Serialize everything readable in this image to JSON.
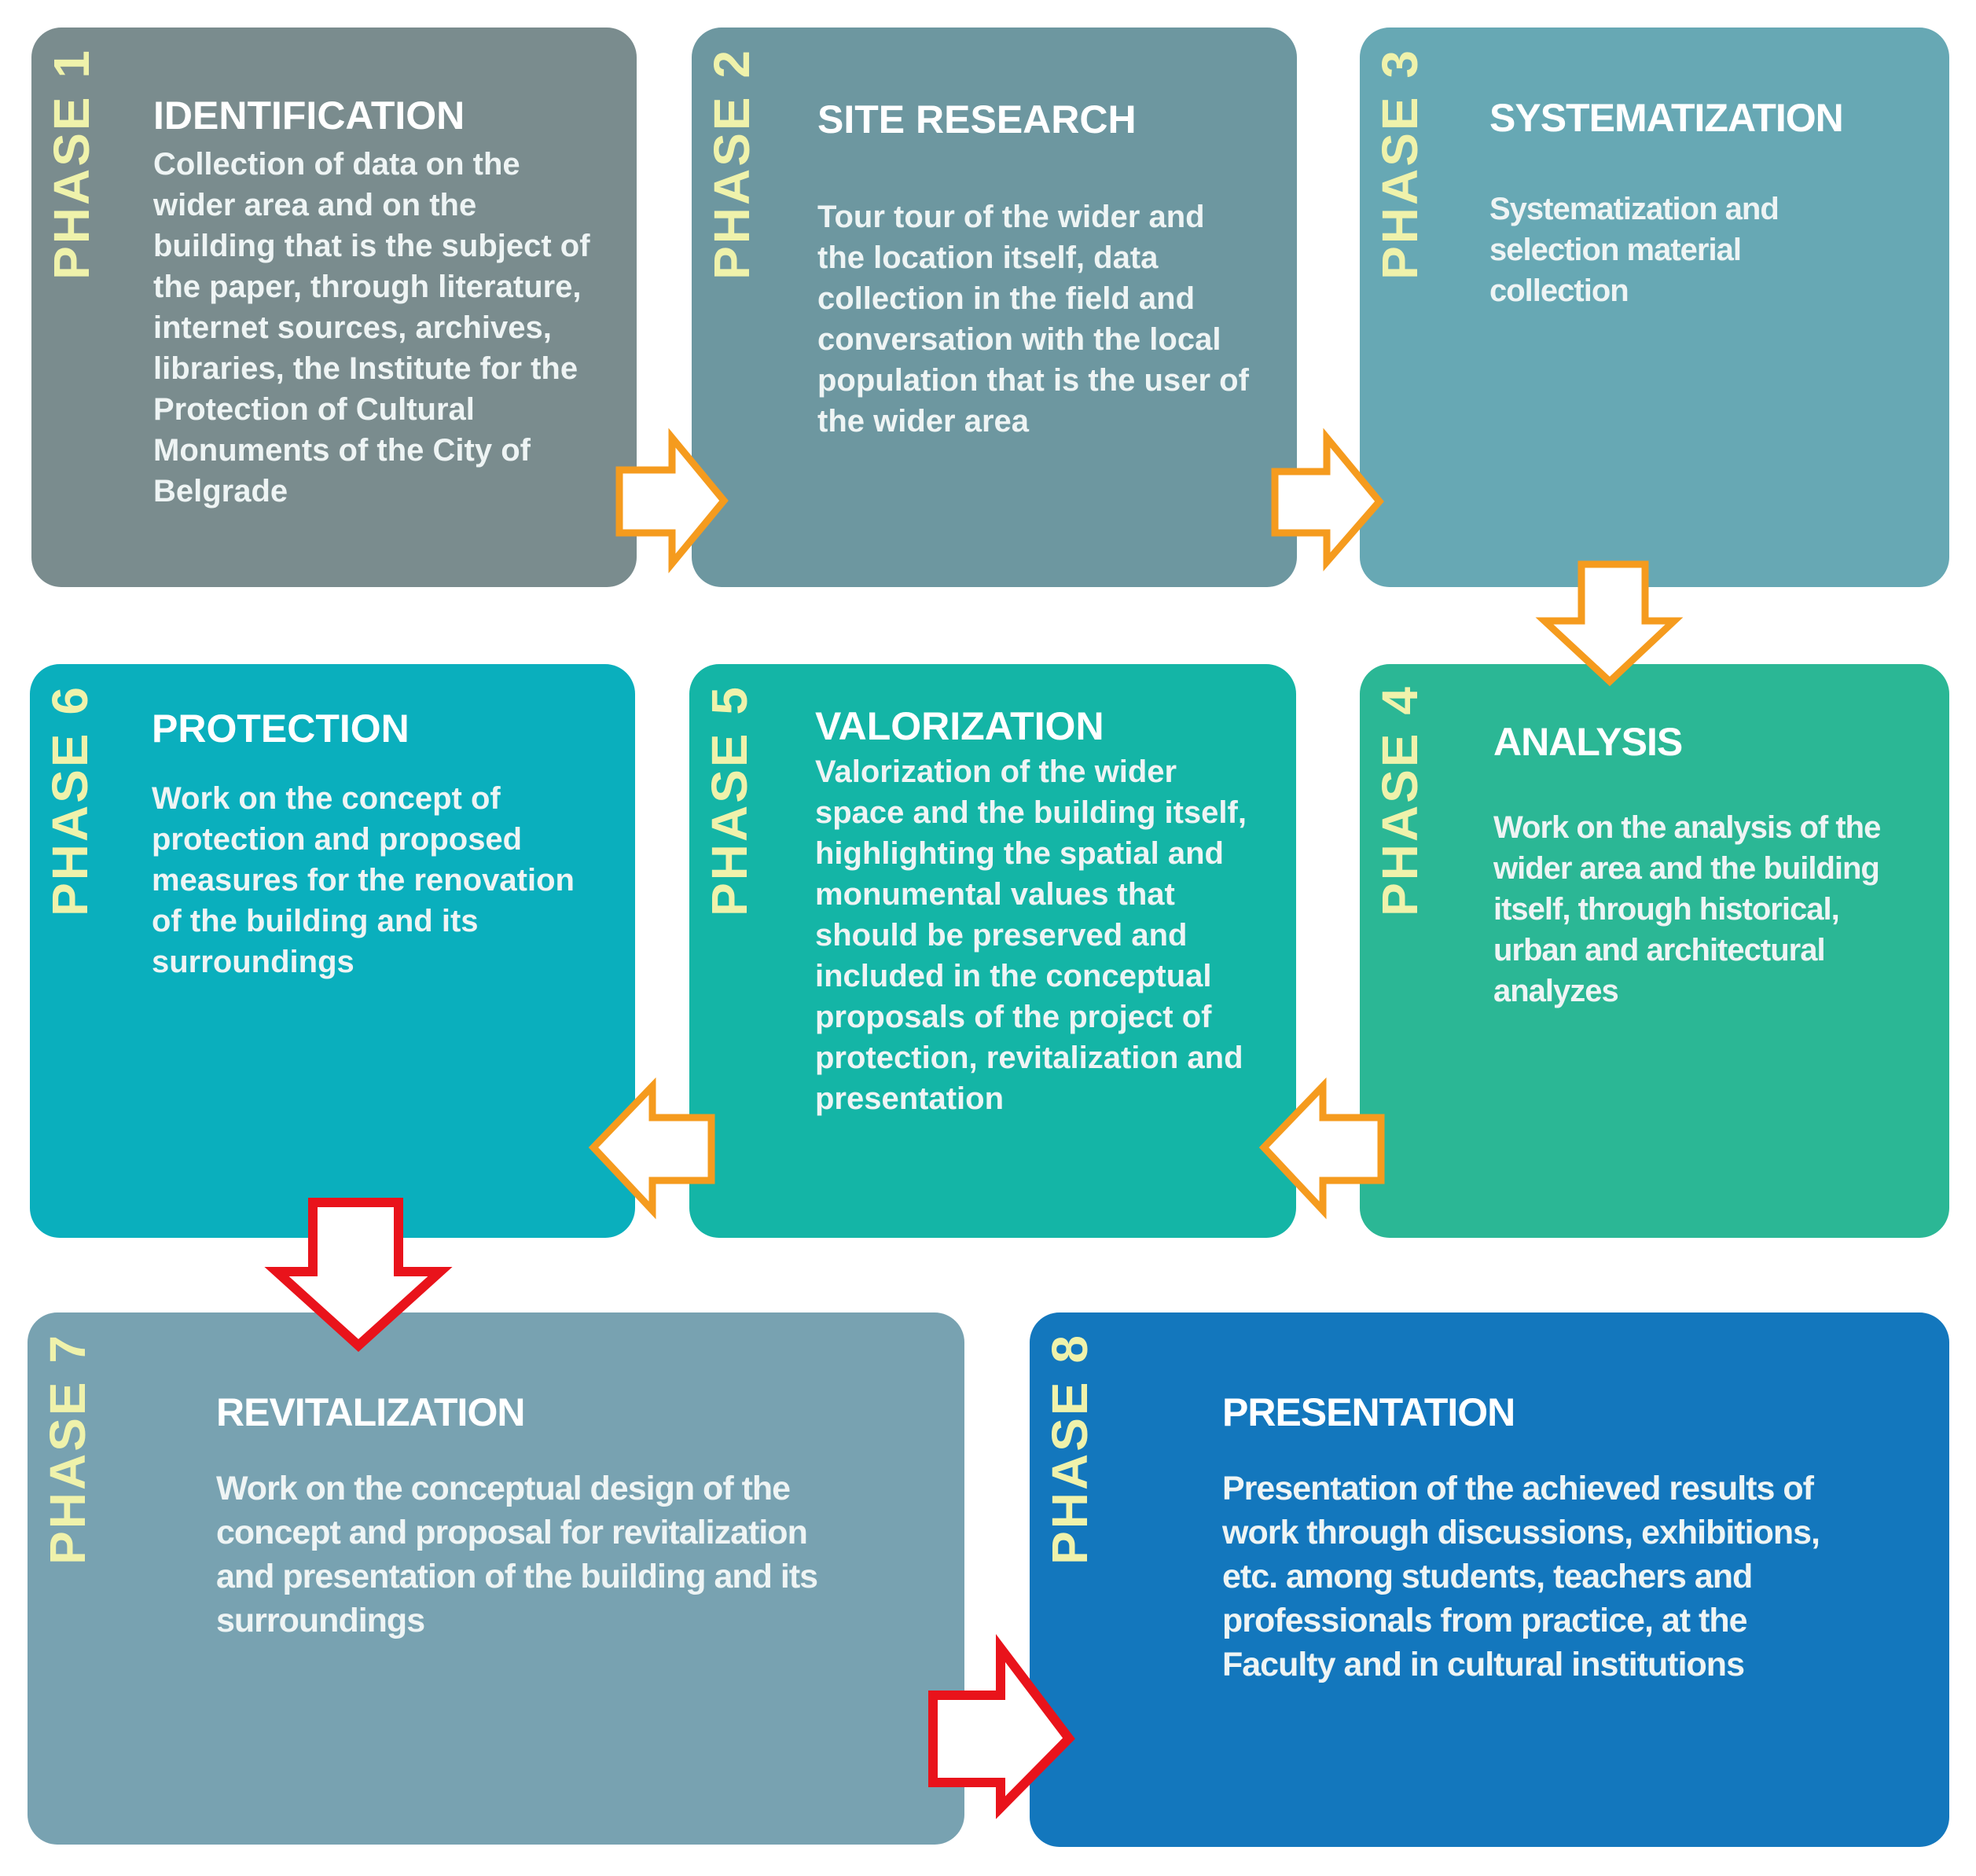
{
  "canvas_bg": "#FFFFFF",
  "label_color": "#EFF2AB",
  "title_color": "#FFFFFF",
  "body_color": "#EEF4F4",
  "phases": [
    {
      "label": "PHASE 1",
      "title": "IDENTIFICATION",
      "body": "Collection of data on the wider area and on the building that is the subject of the paper, through literature, internet sources, archives, libraries, the Institute for the Protection of Cultural Monuments of the City of Belgrade",
      "color": "#7A8C8E"
    },
    {
      "label": "PHASE 2",
      "title": "SITE RESEARCH",
      "body": "Tour tour of the wider and the location itself, data collection in the field and conversation with the local population that is the user of the wider area",
      "color": "#6D97A0"
    },
    {
      "label": "PHASE 3",
      "title": "SYSTEMATIZATION",
      "body": "Systematization and selection material collection",
      "color": "#67A8B4"
    },
    {
      "label": "PHASE 4",
      "title": "ANALYSIS",
      "body": "Work on the analysis of the wider area and the building itself, through historical, urban and architectural analyzes",
      "color": "#2BB795"
    },
    {
      "label": "PHASE 5",
      "title": "VALORIZATION",
      "body": "Valorization of the wider space and the building itself, highlighting the spatial and monumental values that should be preserved and included in the conceptual proposals of the project of protection, revitalization and presentation",
      "color": "#14B5A6"
    },
    {
      "label": "PHASE 6",
      "title": "PROTECTION",
      "body": "Work on the concept of protection and proposed measures for the renovation of the building and its surroundings",
      "color": "#0AAFBD"
    },
    {
      "label": "PHASE 7",
      "title": "REVITALIZATION",
      "body": "Work on the conceptual design of the concept and proposal for revitalization and presentation of the building and its surroundings",
      "color": "#78A2B1"
    },
    {
      "label": "PHASE 8",
      "title": "PRESENTATION",
      "body": "Presentation of the achieved results of work through discussions, exhibitions, etc. among students, teachers and professionals from practice, at the Faculty and in cultural institutions",
      "color": "#1377BD"
    }
  ],
  "arrows": {
    "fill": "#FFFFFF",
    "colors": {
      "orange": "#F59B1E",
      "red": "#E9131B"
    },
    "connections": [
      {
        "from": "PHASE 1",
        "to": "PHASE 2",
        "direction": "right",
        "border": "orange"
      },
      {
        "from": "PHASE 2",
        "to": "PHASE 3",
        "direction": "right",
        "border": "orange"
      },
      {
        "from": "PHASE 3",
        "to": "PHASE 4",
        "direction": "down",
        "border": "orange"
      },
      {
        "from": "PHASE 4",
        "to": "PHASE 5",
        "direction": "left",
        "border": "orange"
      },
      {
        "from": "PHASE 5",
        "to": "PHASE 6",
        "direction": "left",
        "border": "orange"
      },
      {
        "from": "PHASE 6",
        "to": "PHASE 7",
        "direction": "down",
        "border": "red"
      },
      {
        "from": "PHASE 7",
        "to": "PHASE 8",
        "direction": "right",
        "border": "red"
      }
    ]
  }
}
